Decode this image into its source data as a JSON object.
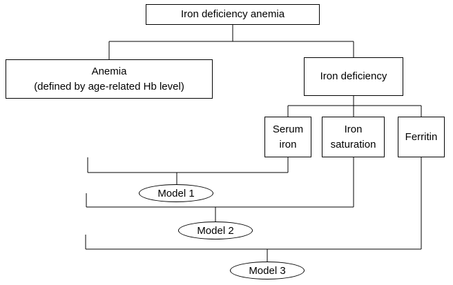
{
  "diagram": {
    "root": {
      "label": "Iron deficiency anemia"
    },
    "anemia": {
      "line1": "Anemia",
      "line2": "(defined by age-related Hb level)"
    },
    "iron_deficiency": {
      "label": "Iron deficiency"
    },
    "markers": {
      "serum_iron": {
        "line1": "Serum",
        "line2": "iron"
      },
      "iron_saturation": {
        "line1": "Iron",
        "line2": "saturation"
      },
      "ferritin": {
        "label": "Ferritin"
      }
    },
    "models": [
      {
        "label": "Model 1"
      },
      {
        "label": "Model 2"
      },
      {
        "label": "Model 3"
      }
    ]
  }
}
